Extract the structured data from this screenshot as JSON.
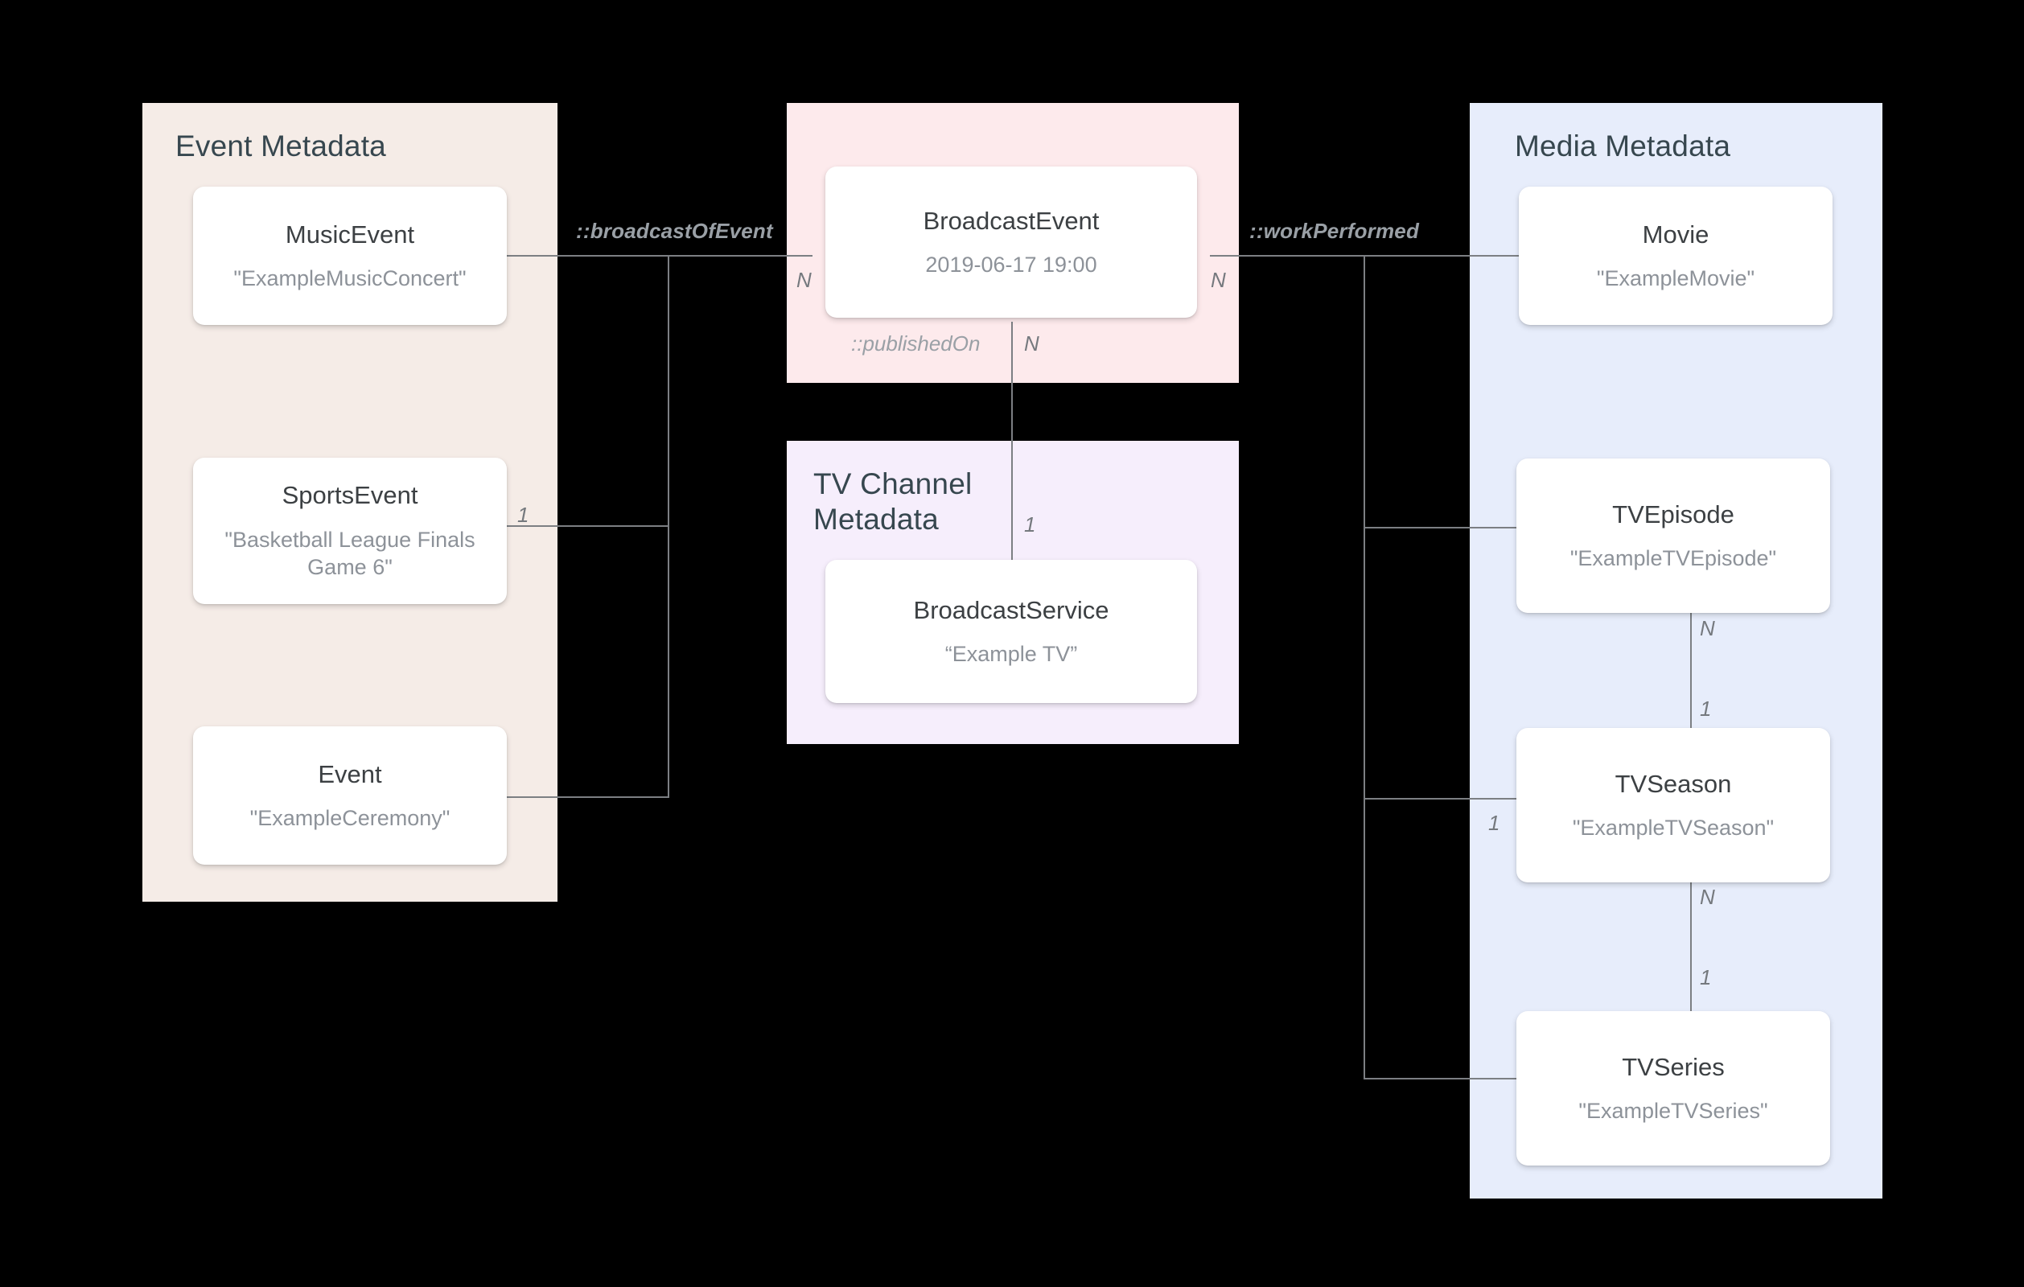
{
  "diagram": {
    "title": "Broadcast event metadata relationship diagram",
    "groups": [
      {
        "id": "event",
        "label": "Event Metadata",
        "color": "#f5ece7"
      },
      {
        "id": "broadcast",
        "label": "",
        "color": "#fdeaec"
      },
      {
        "id": "tvchannel",
        "label": "TV Channel\nMetadata",
        "color": "#f6eefc"
      },
      {
        "id": "media",
        "label": "Media Metadata",
        "color": "#e7edfb"
      }
    ],
    "nodes": [
      {
        "id": "musicevent",
        "type": "MusicEvent",
        "value": "\"ExampleMusicConcert\""
      },
      {
        "id": "sportsevent",
        "type": "SportsEvent",
        "value": "\"Basketball League Finals Game 6\""
      },
      {
        "id": "event",
        "type": "Event",
        "value": "\"ExampleCeremony\""
      },
      {
        "id": "broadcastevent",
        "type": "BroadcastEvent",
        "value": "2019-06-17 19:00"
      },
      {
        "id": "broadcastservice",
        "type": "BroadcastService",
        "value": "“Example TV”"
      },
      {
        "id": "movie",
        "type": "Movie",
        "value": "\"ExampleMovie\""
      },
      {
        "id": "tvepisode",
        "type": "TVEpisode",
        "value": "\"ExampleTVEpisode\""
      },
      {
        "id": "tvseason",
        "type": "TVSeason",
        "value": "\"ExampleTVSeason\""
      },
      {
        "id": "tvseries",
        "type": "TVSeries",
        "value": "\"ExampleTVSeries\""
      }
    ],
    "relations": [
      {
        "id": "broadcastOfEvent",
        "label": "::broadcastOfEvent",
        "from": "broadcastevent",
        "to": "event-group",
        "from_mult": "N",
        "to_mult": "1"
      },
      {
        "id": "workPerformed",
        "label": "::workPerformed",
        "from": "broadcastevent",
        "to": "media-group",
        "from_mult": "N",
        "to_mult": "1"
      },
      {
        "id": "publishedOn",
        "label": "::publishedOn",
        "from": "broadcastevent",
        "to": "broadcastservice",
        "from_mult": "N",
        "to_mult": "1"
      },
      {
        "id": "episodeSeason",
        "label": "",
        "from": "tvepisode",
        "to": "tvseason",
        "from_mult": "N",
        "to_mult": "1"
      },
      {
        "id": "seasonSeries",
        "label": "",
        "from": "tvseason",
        "to": "tvseries",
        "from_mult": "N",
        "to_mult": "1"
      }
    ],
    "multiplicities": {
      "broadcast_left": "N",
      "broadcast_right": "N",
      "broadcast_bottom": "N",
      "event_left": "1",
      "service_top": "1",
      "media_left": "1",
      "episode_bottom": "N",
      "season_top": "1",
      "season_bottom": "N",
      "series_top": "1"
    }
  }
}
